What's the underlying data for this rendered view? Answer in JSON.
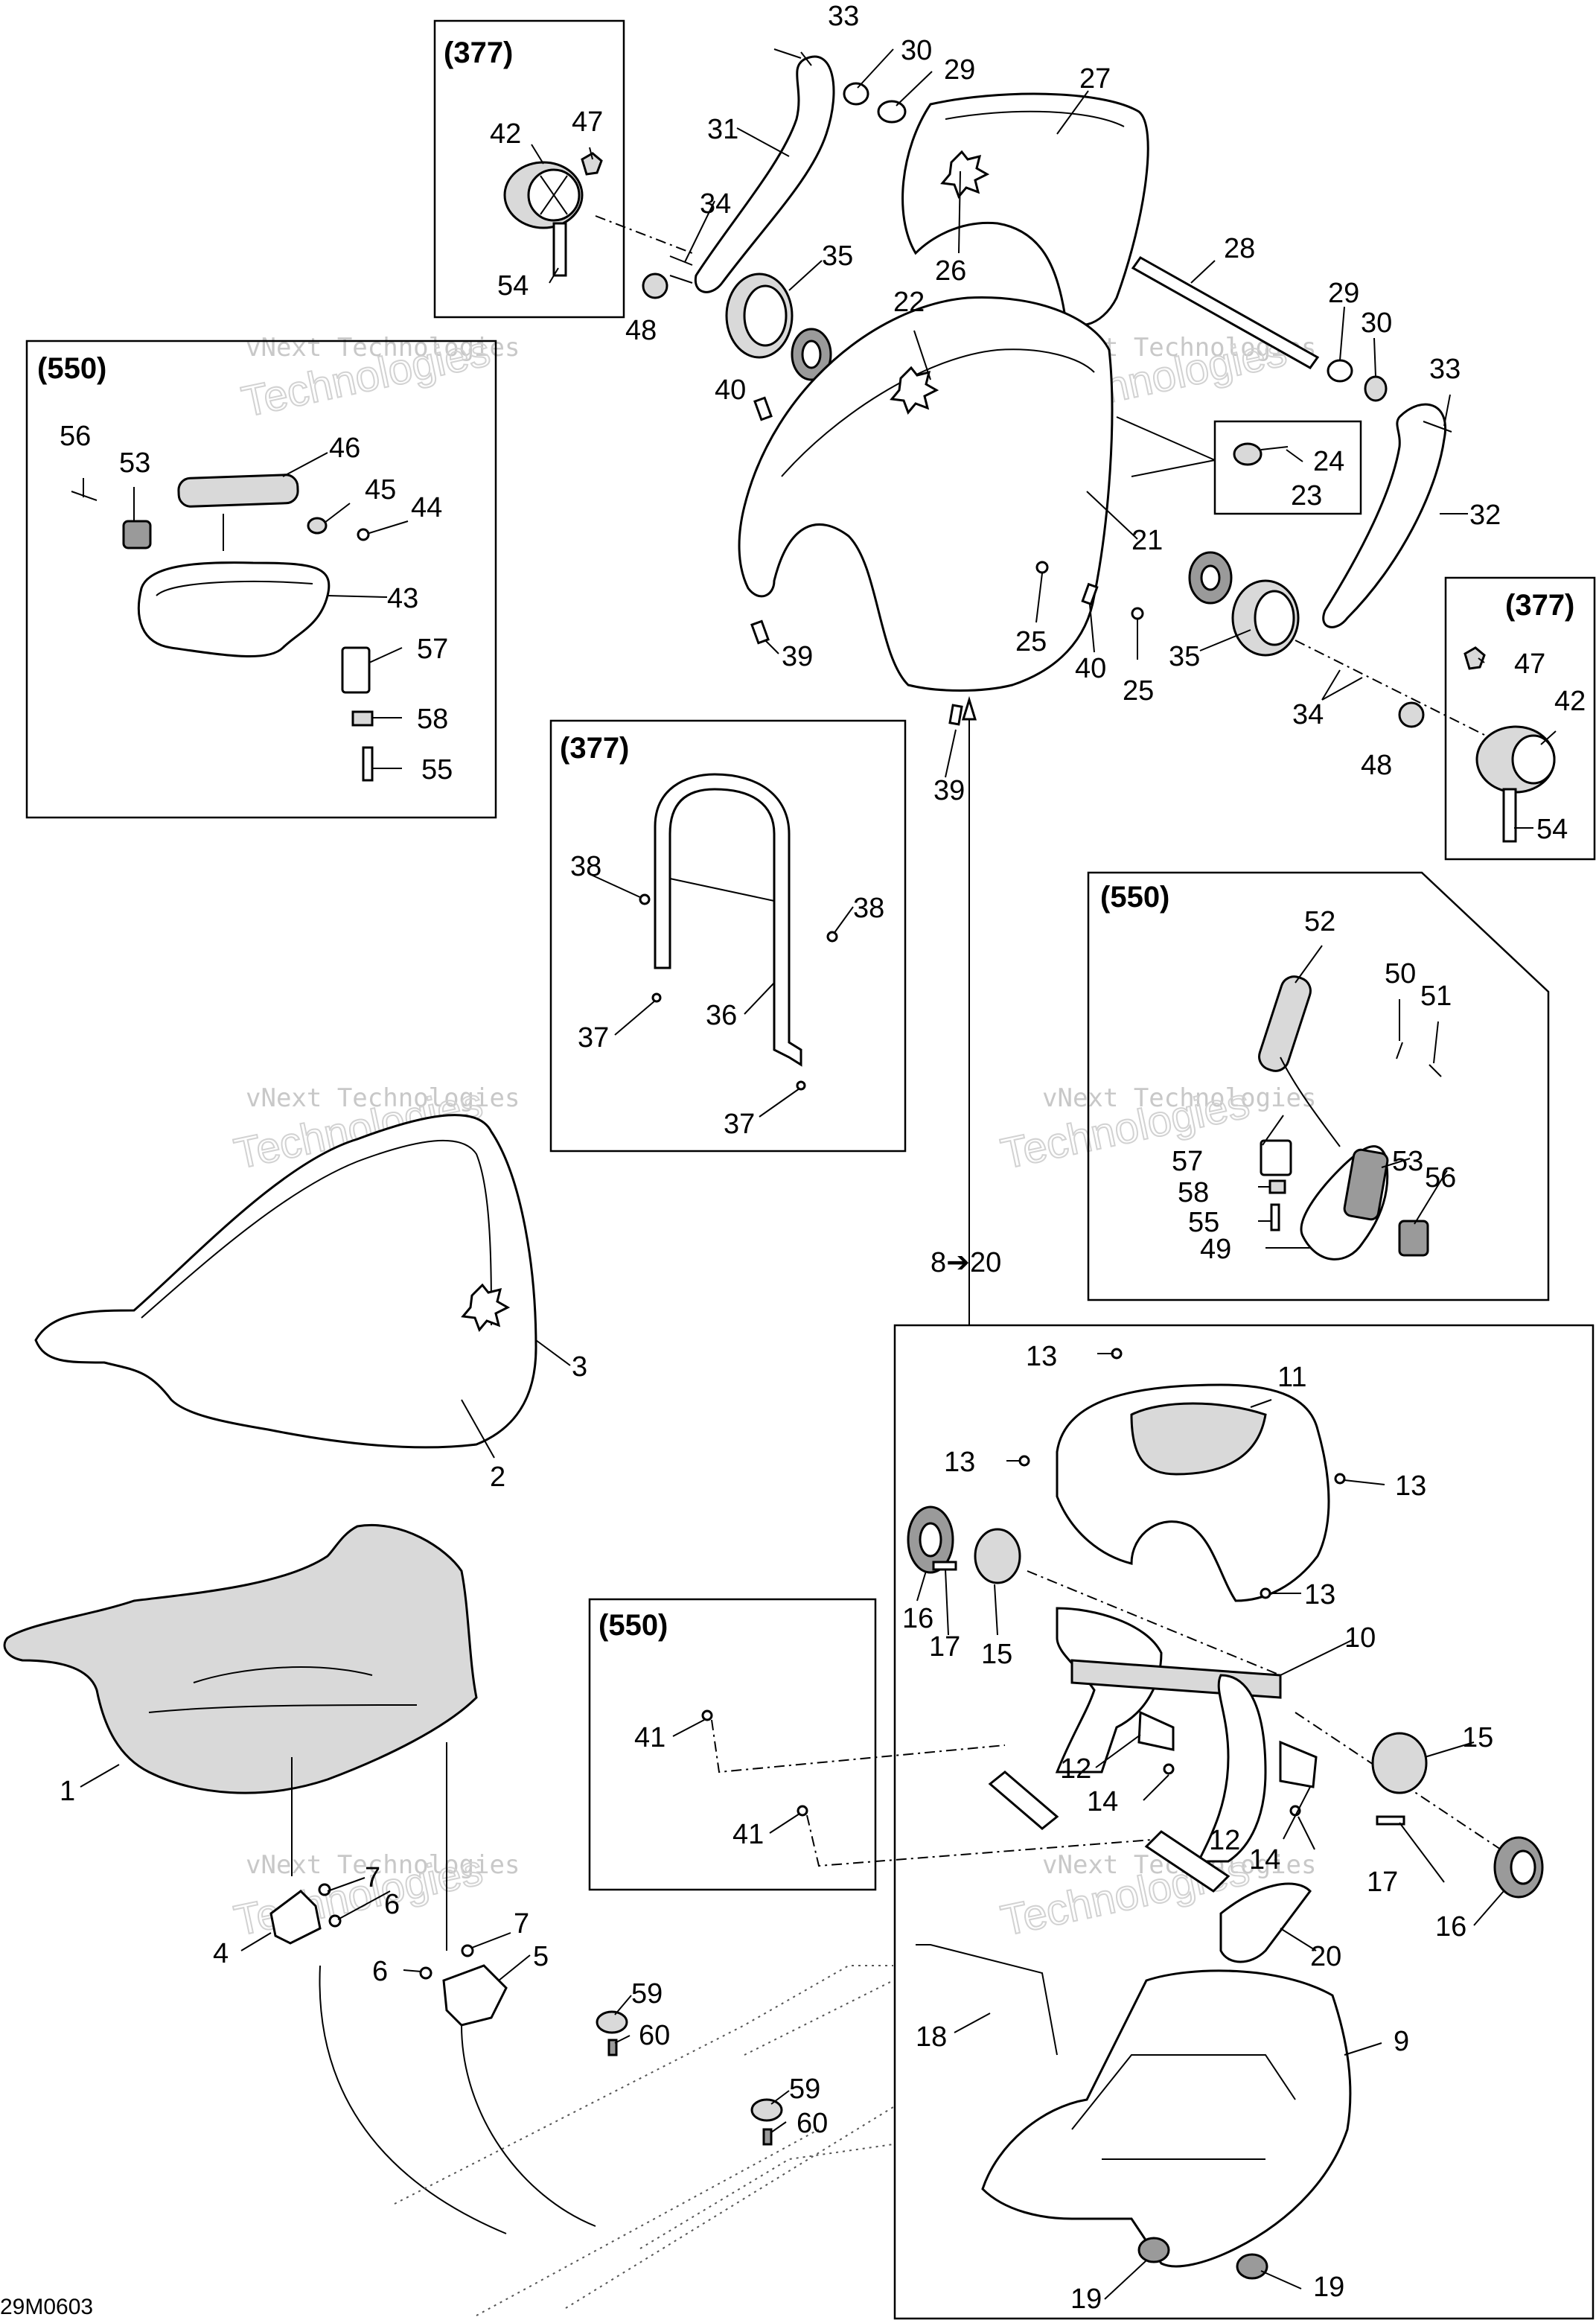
{
  "diagram_code": "29M0603",
  "watermark": {
    "line1": "vNext Technologies",
    "line2": "Technologies"
  },
  "option_boxes": {
    "box_377_top": "(377)",
    "box_550_left": "(550)",
    "box_377_right": "(377)",
    "box_377_middle": "(377)",
    "box_550_right": "(550)",
    "box_550_bottom": "(550)"
  },
  "callouts": {
    "c33a": "33",
    "c30a": "30",
    "c29a": "29",
    "c27": "27",
    "c31": "31",
    "c34a": "34",
    "c35a": "35",
    "c26": "26",
    "c22": "22",
    "c28": "28",
    "c29b": "29",
    "c30b": "30",
    "c33b": "33",
    "c24": "24",
    "c23": "23",
    "c32": "32",
    "c21": "21",
    "c40a": "40",
    "c39a": "39",
    "c25a": "25",
    "c40b": "40",
    "c25b": "25",
    "c35b": "35",
    "c34b": "34",
    "c48b": "48",
    "c39b": "39",
    "c42a": "42",
    "c47a": "47",
    "c54a": "54",
    "c48a": "48",
    "c56a": "56",
    "c53a": "53",
    "c46": "46",
    "c45": "45",
    "c44": "44",
    "c43": "43",
    "c57a": "57",
    "c58a": "58",
    "c55a": "55",
    "c47b": "47",
    "c42b": "42",
    "c54b": "54",
    "c38a": "38",
    "c38b": "38",
    "c36": "36",
    "c37a": "37",
    "c37b": "37",
    "c52": "52",
    "c50": "50",
    "c51": "51",
    "c57b": "57",
    "c53b": "53",
    "c58b": "58",
    "c56b": "56",
    "c55b": "55",
    "c49": "49",
    "c8to20": "8➔20",
    "c3": "3",
    "c2": "2",
    "c1": "1",
    "c7a": "7",
    "c6a": "6",
    "c4": "4",
    "c7b": "7",
    "c6b": "6",
    "c5": "5",
    "c59a": "59",
    "c60a": "60",
    "c59b": "59",
    "c60b": "60",
    "c41a": "41",
    "c41b": "41",
    "c13a": "13",
    "c11": "11",
    "c13b": "13",
    "c13c": "13",
    "c13d": "13",
    "c16a": "16",
    "c17a": "17",
    "c15a": "15",
    "c10": "10",
    "c15b": "15",
    "c12a": "12",
    "c14a": "14",
    "c12b": "12",
    "c14b": "14",
    "c17b": "17",
    "c16b": "16",
    "c20": "20",
    "c18": "18",
    "c9": "9",
    "c19a": "19",
    "c19b": "19"
  },
  "icons": {
    "logo_mark": "maple-leaf-logo-icon"
  }
}
